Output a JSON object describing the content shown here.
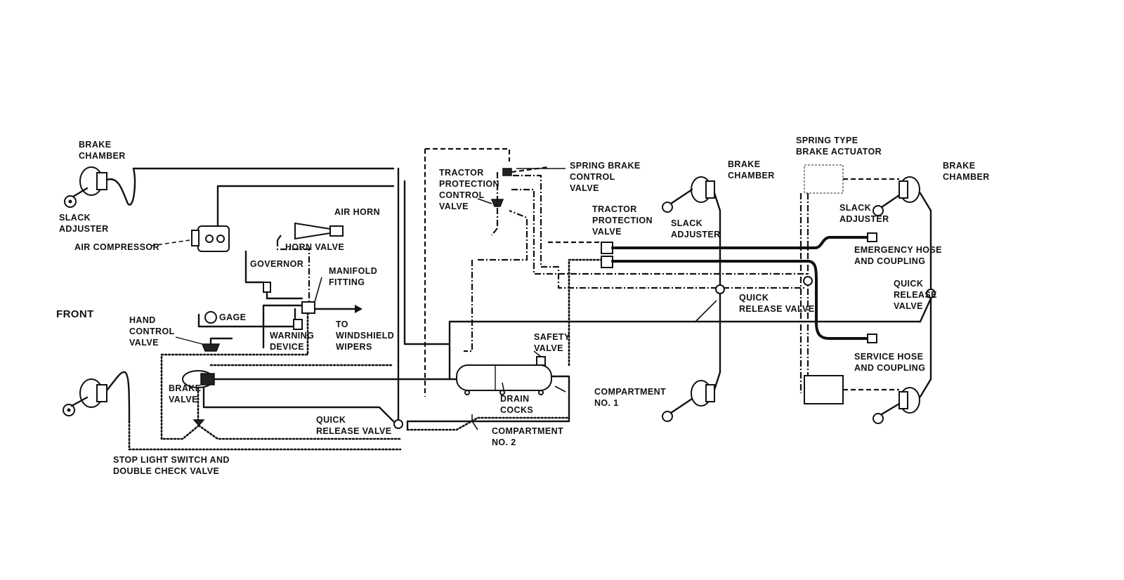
{
  "labels": {
    "front": "FRONT",
    "brake_chamber_left_top": "BRAKE\nCHAMBER",
    "slack_adjuster_left": "SLACK\nADJUSTER",
    "air_compressor": "AIR COMPRESSOR",
    "air_horn": "AIR HORN",
    "horn_valve": "HORN VALVE",
    "governor": "GOVERNOR",
    "manifold_fitting": "MANIFOLD\nFITTING",
    "gage": "GAGE",
    "hand_control_valve": "HAND\nCONTROL\nVALVE",
    "warning_device": "WARNING\nDEVICE",
    "to_windshield_wipers": "TO\nWINDSHIELD\nWIPERS",
    "brake_valve": "BRAKE\nVALVE",
    "quick_release_valve_left": "QUICK\nRELEASE VALVE",
    "stop_light_switch": "STOP LIGHT SWITCH AND\nDOUBLE CHECK VALVE",
    "tractor_protection_control_valve": "TRACTOR\nPROTECTION\nCONTROL\nVALVE",
    "spring_brake_control_valve": "SPRING BRAKE\nCONTROL\nVALVE",
    "tractor_protection_valve": "TRACTOR\nPROTECTION\nVALVE",
    "safety_valve": "SAFETY\nVALVE",
    "drain_cocks": "DRAIN\nCOCKS",
    "compartment_no1": "COMPARTMENT\nNO. 1",
    "compartment_no2": "COMPARTMENT\nNO. 2",
    "slack_adjuster_mid": "SLACK\nADJUSTER",
    "brake_chamber_mid": "BRAKE\nCHAMBER",
    "quick_release_valve_mid": "QUICK\nRELEASE VALVE",
    "spring_type_brake_actuator": "SPRING TYPE\nBRAKE ACTUATOR",
    "slack_adjuster_right": "SLACK\nADJUSTER",
    "brake_chamber_right": "BRAKE\nCHAMBER",
    "emergency_hose": "EMERGENCY HOSE\nAND COUPLING",
    "quick_release_valve_right": "QUICK\nRELEASE\nVALVE",
    "service_hose": "SERVICE HOSE\nAND COUPLING"
  }
}
